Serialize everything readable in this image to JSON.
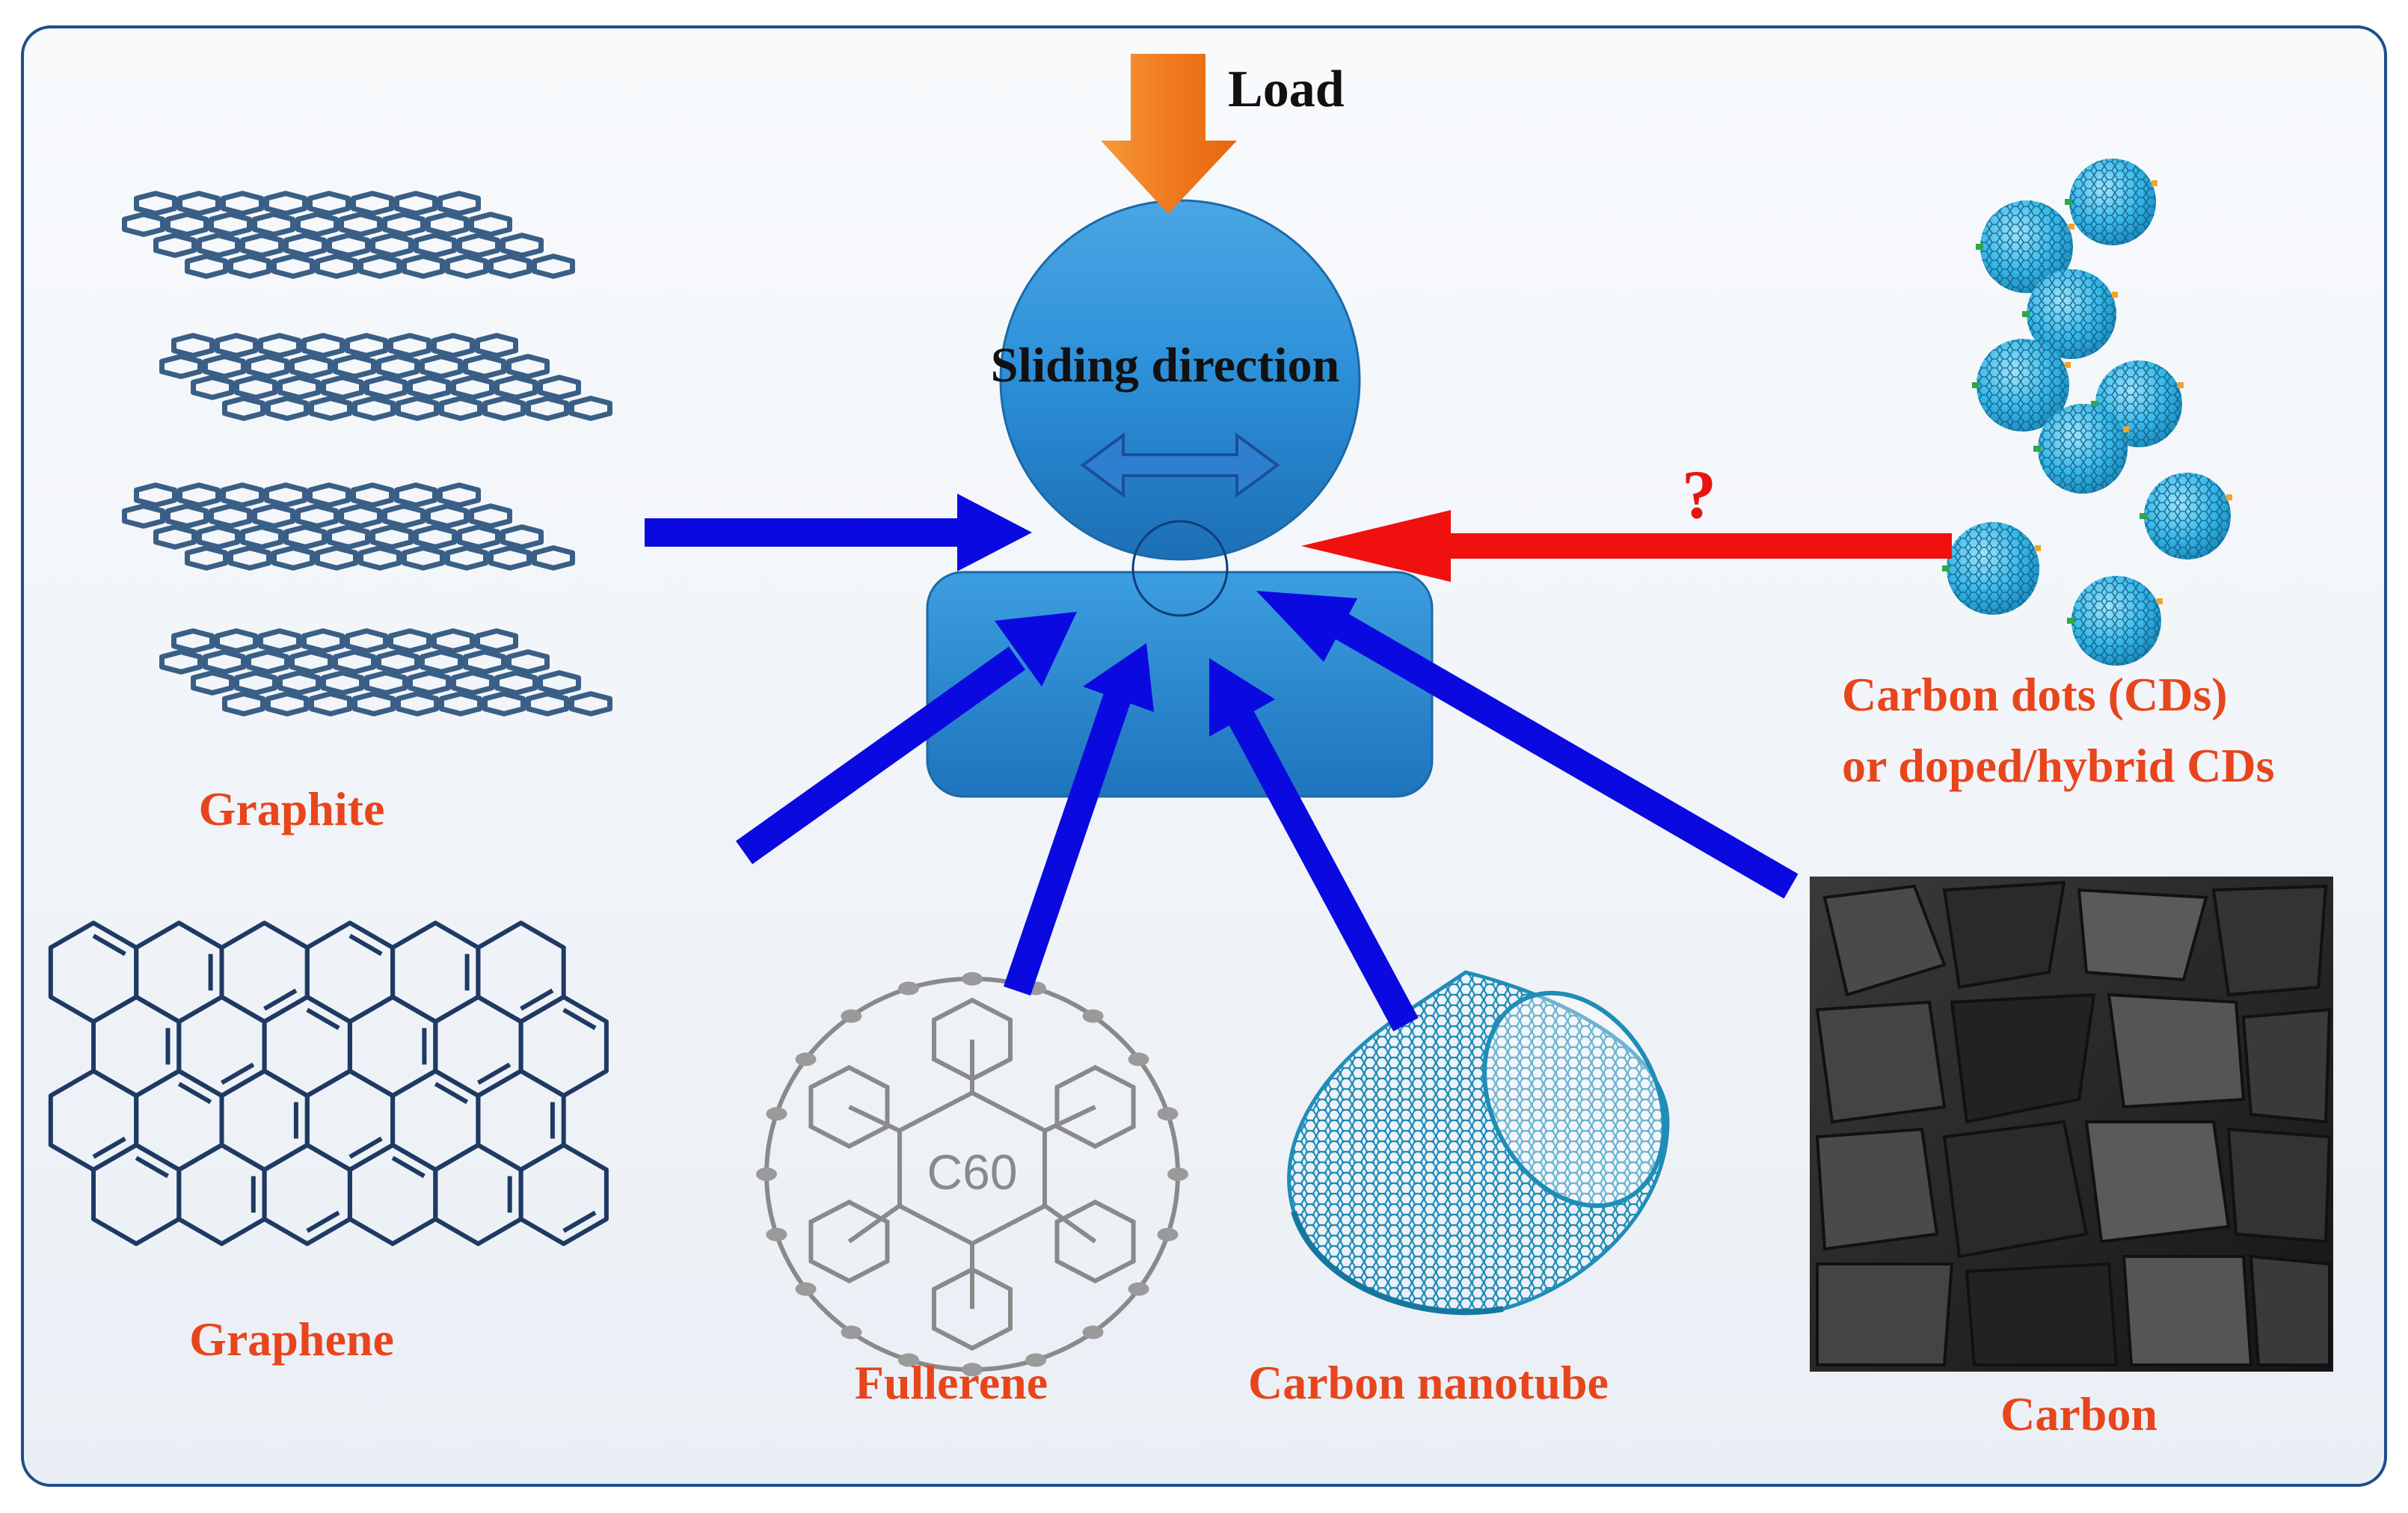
{
  "diagram": {
    "load_label": "Load",
    "sliding_label": "Sliding  direction",
    "question_mark": "?",
    "materials": {
      "graphite": "Graphite",
      "graphene": "Graphene",
      "fullerene": "Fullerene",
      "fullerene_inner": "C60",
      "nanotube": "Carbon  nanotube",
      "carbon": "Carbon",
      "cds_line1": "Carbon  dots (CDs)",
      "cds_line2": "or doped/hybrid  CDs"
    },
    "colors": {
      "frame_border": "#1f4e8a",
      "frame_fill_top": "#f7f9fb",
      "frame_fill_bottom": "#eef2f6",
      "label_red": "#e8451c",
      "arrow_blue": "#0a0ae0",
      "arrow_red": "#f01010",
      "load_orange": "#f07a1e",
      "ball_blue": "#2d8fd6",
      "block_blue": "#2a86cf",
      "graphite_blue": "#3a5f86",
      "graphene_navy": "#1e3a64",
      "fullerene_gray": "#8a8a8a",
      "nanotube_teal": "#1f8db8",
      "cd_cyan": "#35b6e6"
    }
  }
}
